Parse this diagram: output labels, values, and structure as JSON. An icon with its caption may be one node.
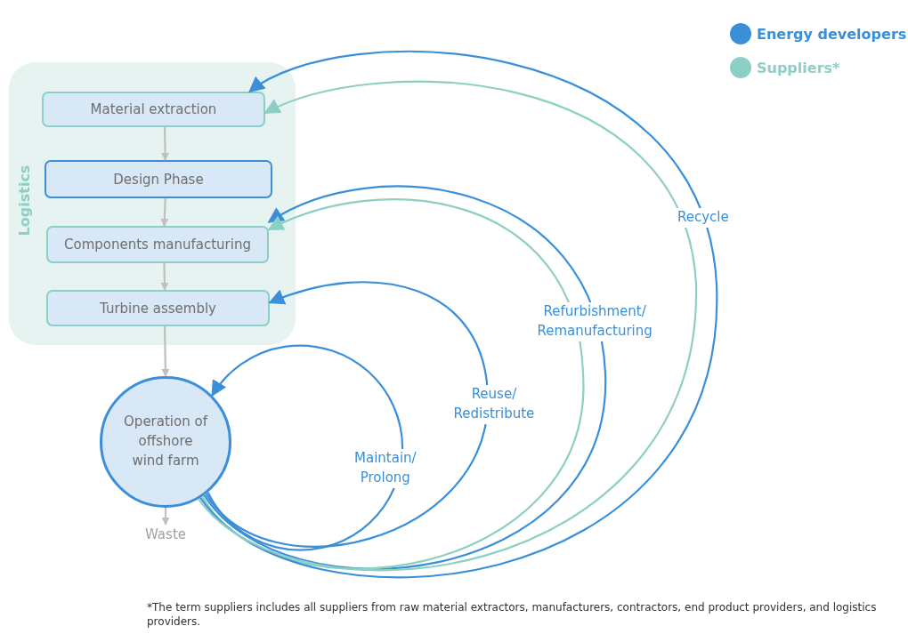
{
  "diagram": {
    "caption": "*The term suppliers includes all suppliers from raw material extractors, manufacturers, contractors, end product providers, and logistics providers.",
    "nodes": [
      {
        "text": [
          "Logistics"
        ]
      },
      {
        "text": [
          "Material extraction"
        ],
        "in": 0
      },
      {
        "text": [
          "Design Phase"
        ],
        "in": 0
      },
      {
        "text": [
          "Components manufacturing"
        ],
        "in": 0
      },
      {
        "text": [
          "Turbine assembly"
        ],
        "in": 0
      },
      {
        "text": [
          "Operation of offshore wind farm"
        ]
      },
      {
        "text": [
          "Waste"
        ]
      }
    ],
    "edges": [
      {
        "from": 1,
        "to": 2,
        "arrow": "to",
        "color": "#c0c0c0"
      },
      {
        "from": 2,
        "to": 3,
        "arrow": "to",
        "color": "#c0c0c0"
      },
      {
        "from": 3,
        "to": 4,
        "arrow": "to",
        "color": "#c0c0c0"
      },
      {
        "from": 4,
        "to": 5,
        "arrow": "to",
        "color": "#c0c0c0"
      },
      {
        "from": 5,
        "to": 6,
        "arrow": "to",
        "color": "#c0c0c0"
      },
      {
        "from": 5,
        "to": 5,
        "arrow": "to",
        "label": "Maintain/ Prolong",
        "color": "#3a8fd8"
      },
      {
        "from": 5,
        "to": 4,
        "arrow": "to",
        "label": "Reuse/ Redistribute",
        "color": "#3a8fd8"
      },
      {
        "from": 5,
        "to": 3,
        "arrow": "to",
        "label": "Refurbishment/ Remanufacturing",
        "color": "#3a8fd8"
      },
      {
        "from": 5,
        "to": 3,
        "arrow": "to",
        "color": "#8ccfc4"
      },
      {
        "from": 5,
        "to": 1,
        "arrow": "to",
        "label": "Recycle",
        "color": "#3a8fd8"
      },
      {
        "from": 5,
        "to": 1,
        "arrow": "to",
        "color": "#8ccfc4"
      }
    ],
    "legend": [
      {
        "text": "Energy developers",
        "color": "#3a8fd8"
      },
      {
        "text": "Suppliers*",
        "color": "#8ccfc4"
      }
    ]
  }
}
